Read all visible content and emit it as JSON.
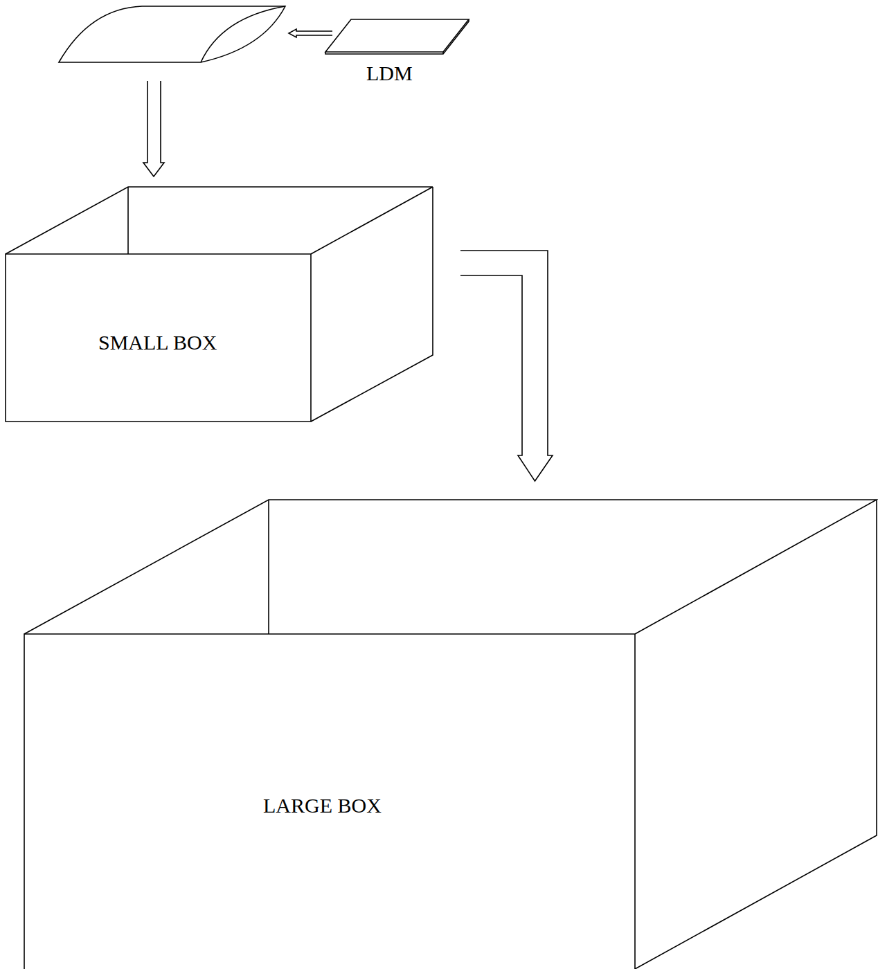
{
  "diagram": {
    "nodes": [
      {
        "text": [
          "LDM"
        ]
      },
      {
        "text": [
          "SMALL BOX"
        ]
      },
      {
        "text": [
          "LARGE BOX"
        ]
      }
    ],
    "edges": [
      {
        "from": 1,
        "to": 2,
        "arrow": "to"
      }
    ]
  }
}
